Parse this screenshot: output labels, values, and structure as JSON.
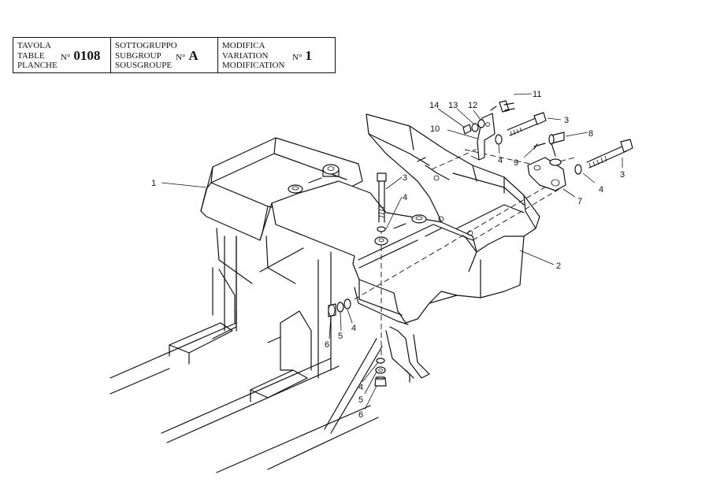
{
  "header": {
    "table_labels": [
      "TAVOLA",
      "TABLE",
      "PLANCHE"
    ],
    "table_no_prefix": "N°",
    "table_no": "0108",
    "subgroup_labels": [
      "SOTTOGRUPPO",
      "SUBGROUP",
      "SOUSGROUPE"
    ],
    "subgroup_no_prefix": "N°",
    "subgroup_no": "A",
    "variation_labels": [
      "MODIFICA",
      "VARIATION",
      "MODIFICATION"
    ],
    "variation_no_prefix": "N°",
    "variation_no": "1"
  },
  "callouts": {
    "c1": "1",
    "c2": "2",
    "c3a": "3",
    "c3b": "3",
    "c3c": "3",
    "c4a": "4",
    "c4b": "4",
    "c4c": "4",
    "c4d": "4",
    "c4e": "4",
    "c5a": "5",
    "c5b": "5",
    "c6a": "6",
    "c6b": "6",
    "c7": "7",
    "c8": "8",
    "c9": "9",
    "c10": "10",
    "c11": "11",
    "c12": "12",
    "c13": "13",
    "c14": "14"
  }
}
